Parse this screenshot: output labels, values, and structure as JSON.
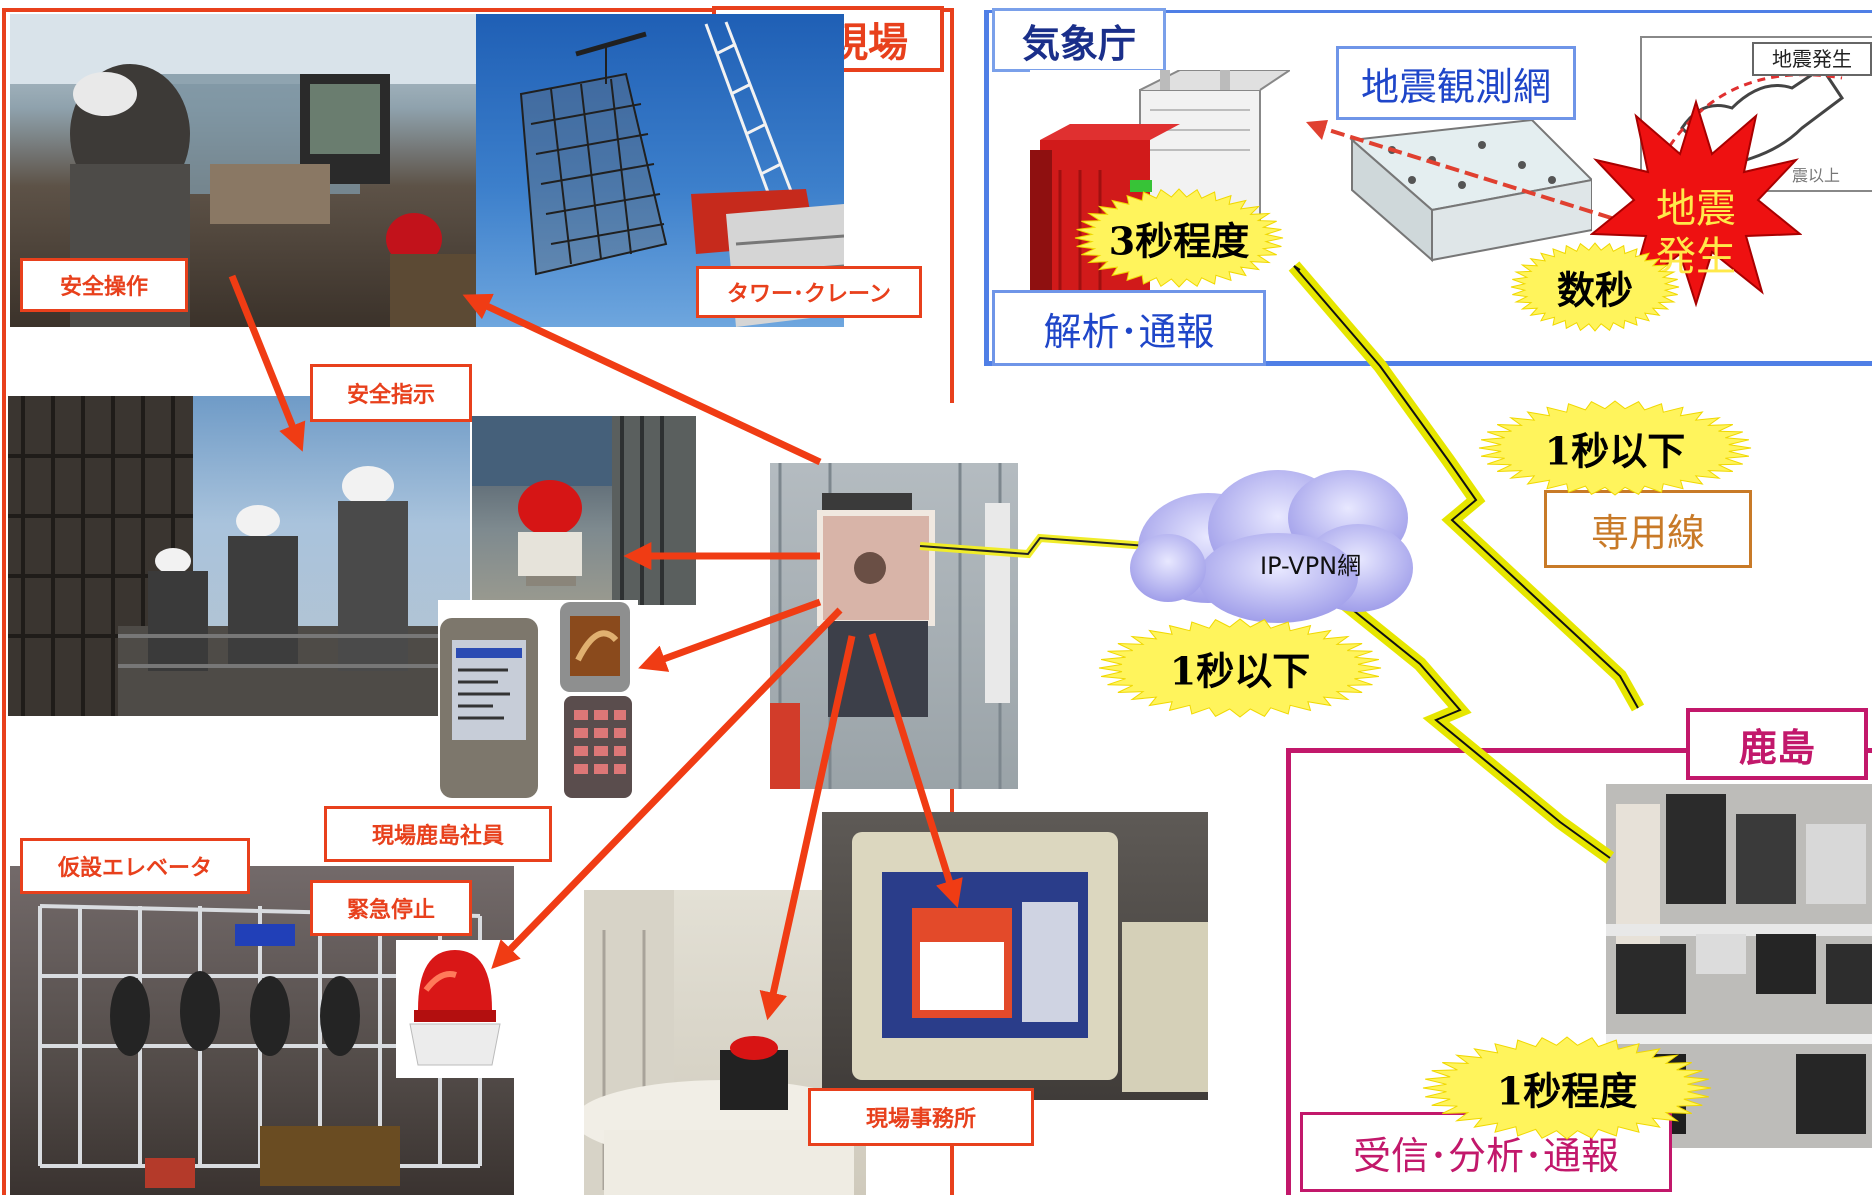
{
  "construction": {
    "title": "建設現場",
    "labels": {
      "safe_operation": "安全操作",
      "tower_crane": "タワー･クレーン",
      "safety_instruction": "安全指示",
      "staff": "現場鹿島社員",
      "elevator": "仮設エレベータ",
      "emergency_stop": "緊急停止",
      "site_office": "現場事務所"
    }
  },
  "jma": {
    "title": "気象庁",
    "network_label": "地震観測網",
    "analysis_label": "解析･通報",
    "map_caption": "地震発生",
    "map_faint": "震以上",
    "quake_burst": [
      "地震",
      "発生"
    ]
  },
  "kajima": {
    "title": "鹿島",
    "receive_label": "受信･分析･通報"
  },
  "timings": {
    "three_sec": "3秒程度",
    "few_sec": "数秒",
    "under_1s_dedicated": "1秒以下",
    "under_1s_vpn": "1秒以下",
    "about_1s": "1秒程度"
  },
  "links": {
    "dedicated_line": "専用線",
    "vpn": "IP-VPN網"
  },
  "colors": {
    "construction": "#e8401c",
    "jma": "#4f7fe6",
    "kajima": "#c2186b",
    "dedicated": "#c87a28",
    "burst": "#fff45c",
    "quake": "#ee1111"
  }
}
